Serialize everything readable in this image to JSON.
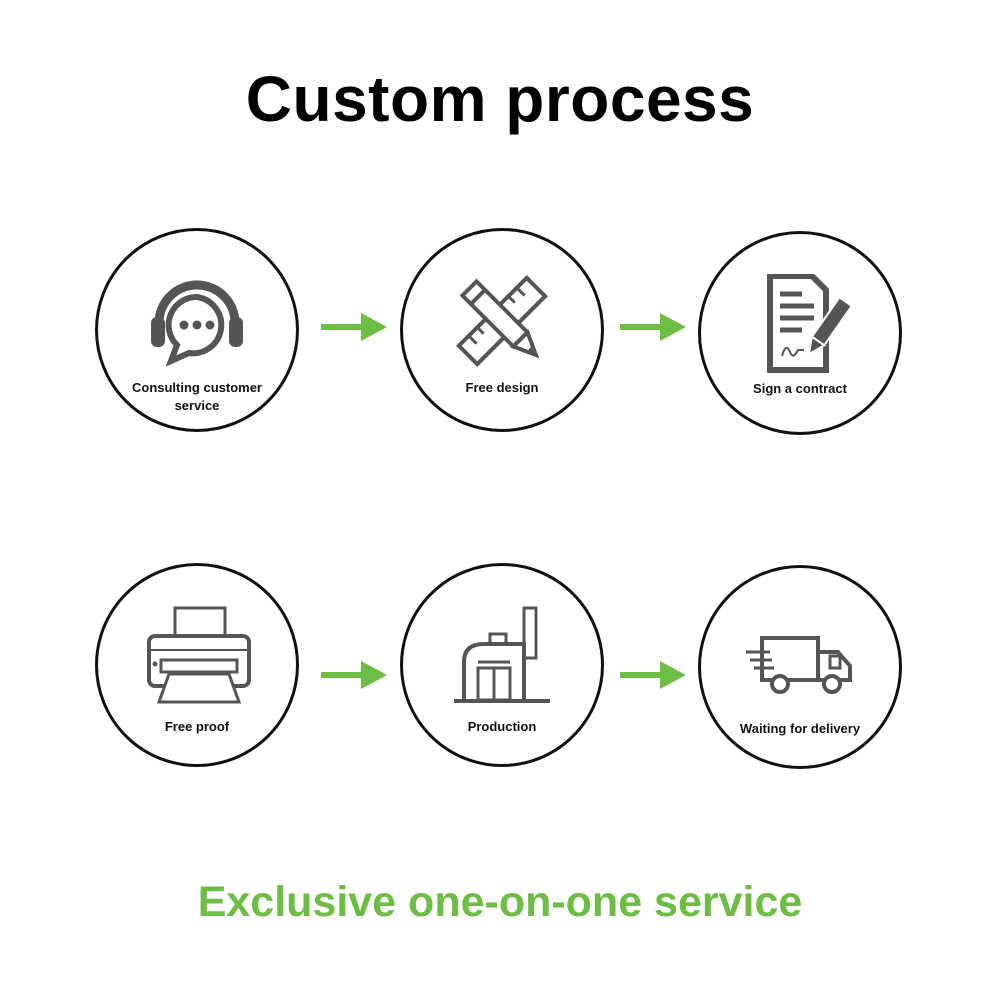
{
  "title": "Custom process",
  "footer": "Exclusive one-on-one service",
  "colors": {
    "accent": "#6dbd45",
    "icon": "#555555",
    "outline": "#111111"
  },
  "steps": [
    {
      "label": "Consulting customer service",
      "icon": "headset-chat-icon"
    },
    {
      "label": "Free design",
      "icon": "pencil-ruler-icon"
    },
    {
      "label": "Sign a contract",
      "icon": "contract-pen-icon"
    },
    {
      "label": "Free proof",
      "icon": "printer-icon"
    },
    {
      "label": "Production",
      "icon": "factory-icon"
    },
    {
      "label": "Waiting for delivery",
      "icon": "delivery-truck-icon"
    }
  ]
}
